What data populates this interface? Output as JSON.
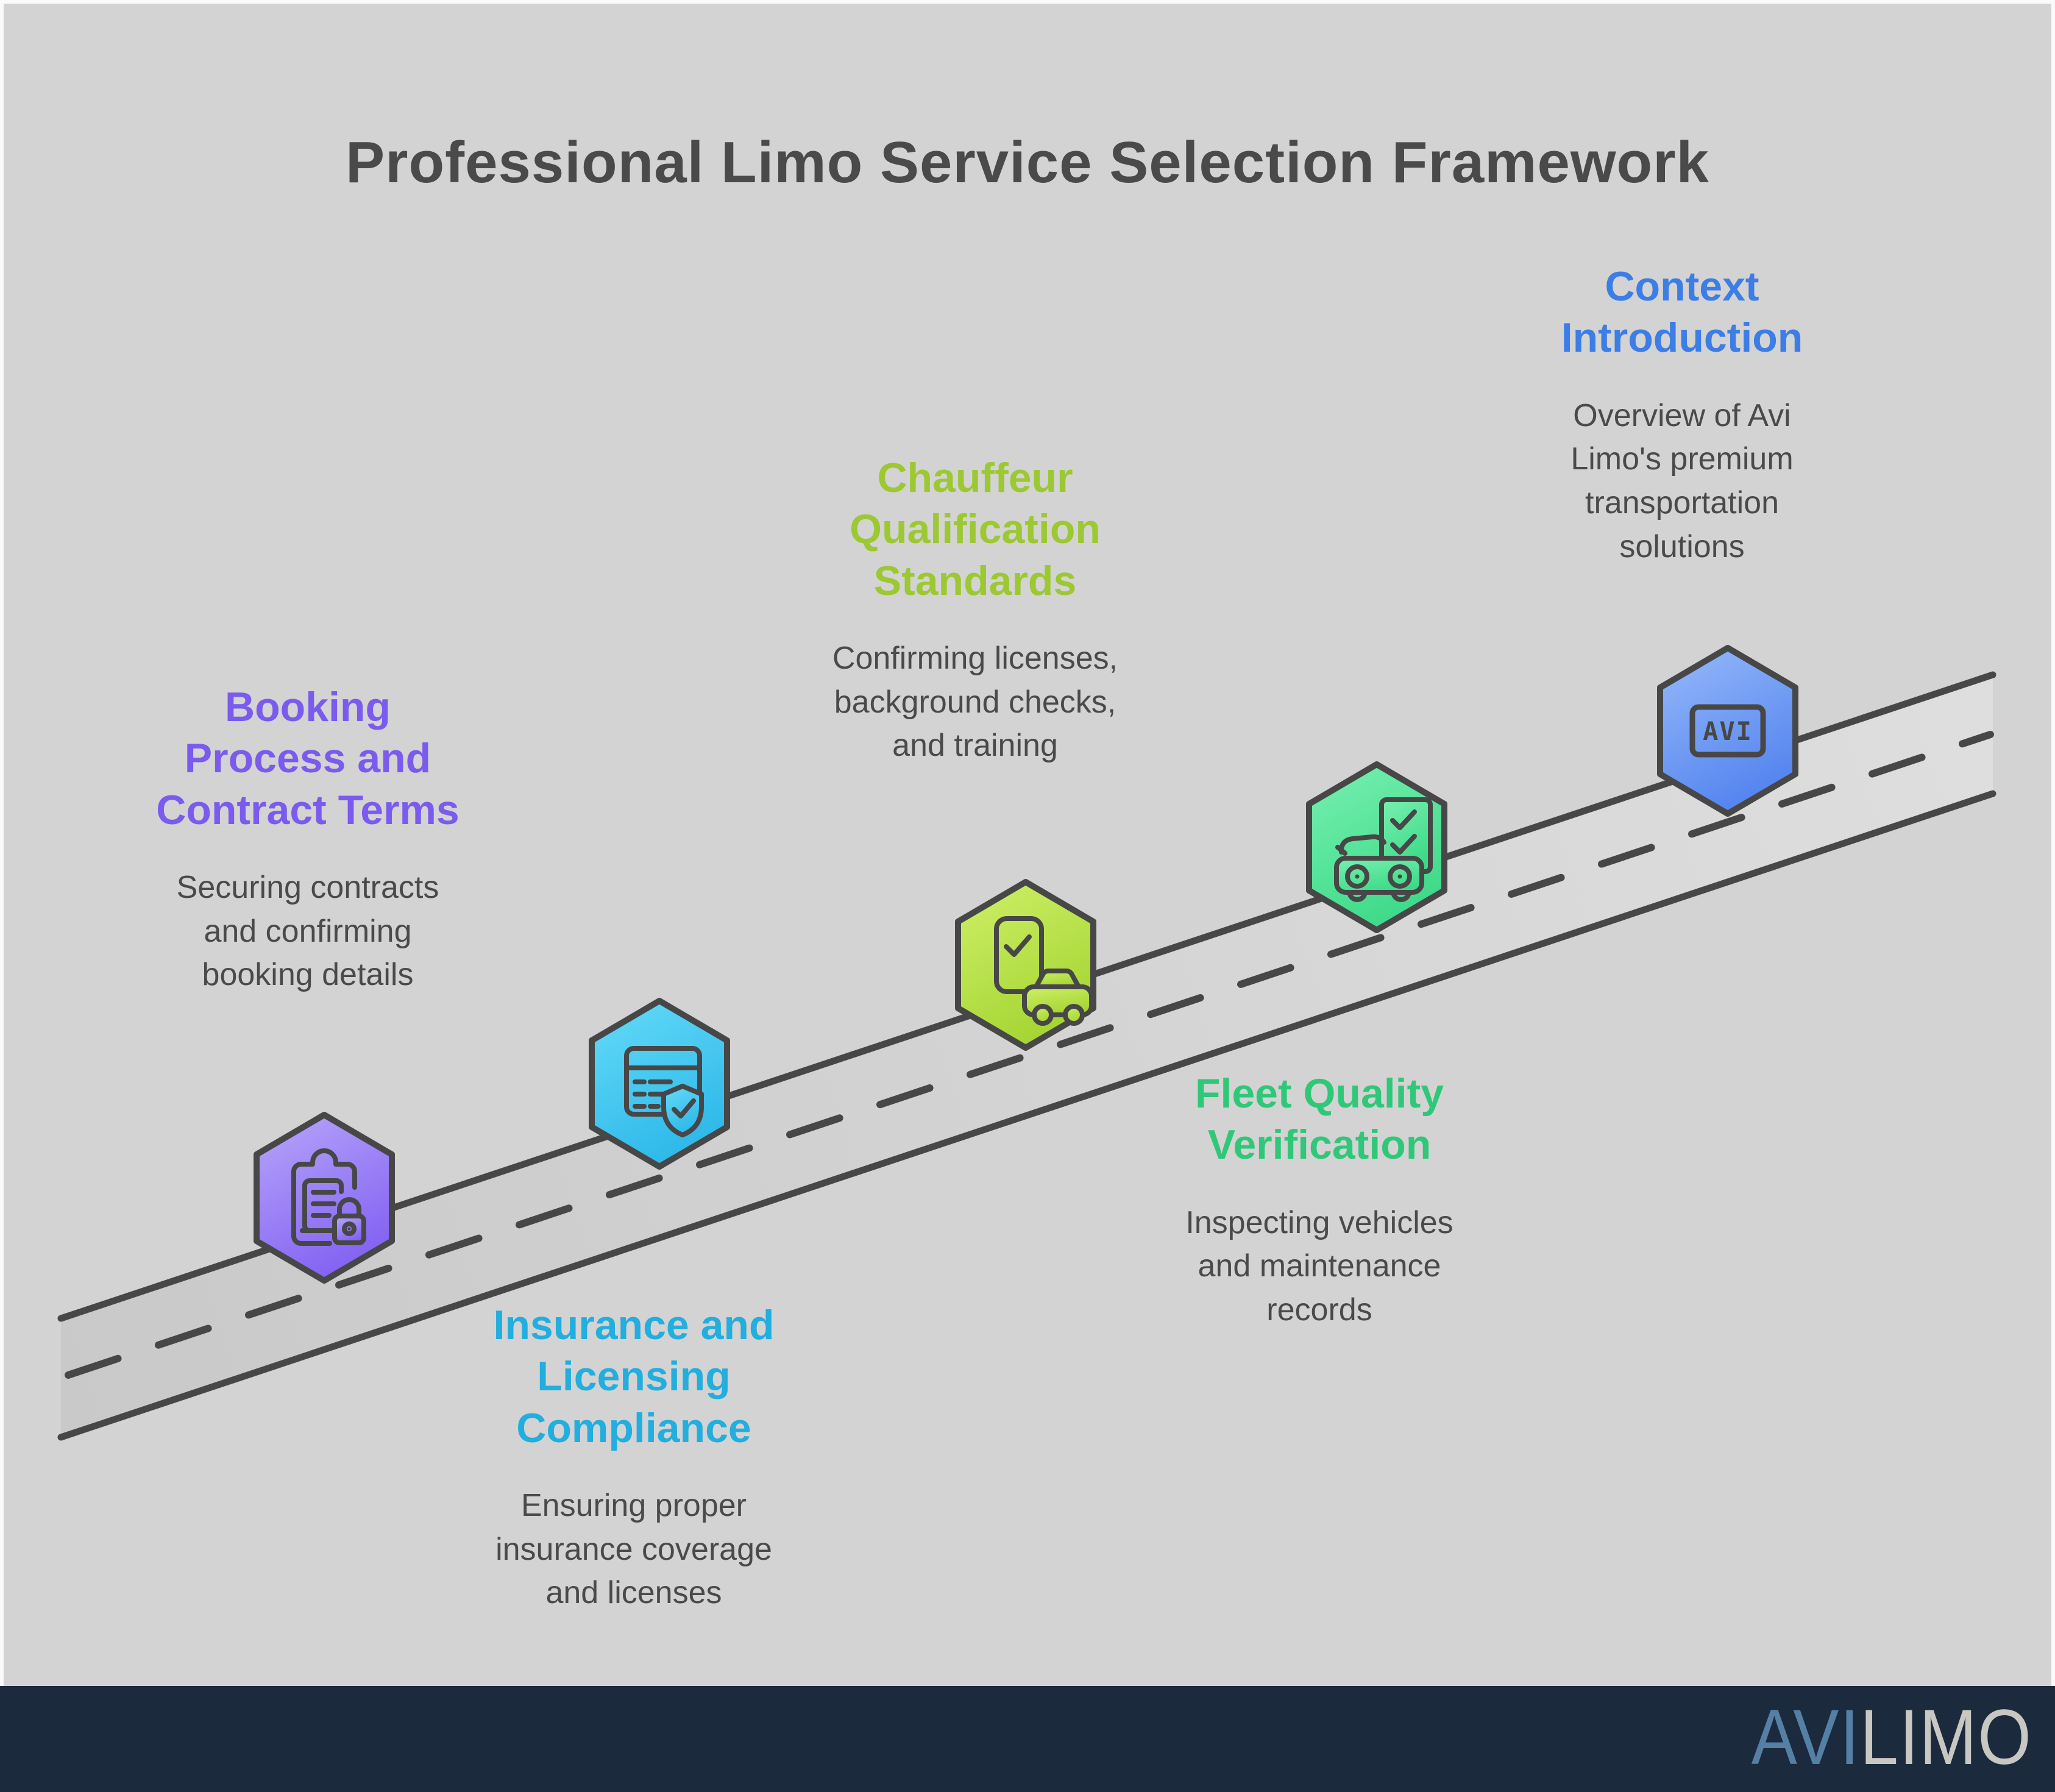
{
  "title": "Professional Limo Service Selection Framework",
  "colors": {
    "background": "#d3d3d3",
    "road_fill_start": "#c9c9c9",
    "road_fill_end": "#dedede",
    "outline_stroke": "#474747",
    "body_text": "#4a4a4a",
    "footer_bar": "#1c2a3d",
    "logo_avi": "#5580a6",
    "logo_limo": "#c9c7c2"
  },
  "footer": {
    "logo_avi": "AVI",
    "logo_limo": "LIMO"
  },
  "milestones": [
    {
      "name": "booking-process-and-contract-terms",
      "heading_lines": [
        "Booking",
        "Process and",
        "Contract Terms"
      ],
      "body_lines": [
        "Securing contracts",
        "and confirming",
        "booking details"
      ],
      "accent": "#7a5bee",
      "grad_top": "#b5a3fa",
      "grad_bottom": "#8160f2",
      "icon": "clipboard-lock-icon"
    },
    {
      "name": "insurance-and-licensing-compliance",
      "heading_lines": [
        "Insurance and",
        "Licensing",
        "Compliance"
      ],
      "body_lines": [
        "Ensuring proper",
        "insurance coverage",
        "and licenses"
      ],
      "accent": "#22aede",
      "grad_top": "#62d9f8",
      "grad_bottom": "#2cb7e8",
      "icon": "calendar-shield-icon"
    },
    {
      "name": "chauffeur-qualification-standards",
      "heading_lines": [
        "Chauffeur",
        "Qualification",
        "Standards"
      ],
      "body_lines": [
        "Confirming licenses,",
        "background checks,",
        "and training"
      ],
      "accent": "#9cc832",
      "grad_top": "#cdee66",
      "grad_bottom": "#a3d430",
      "icon": "license-check-car-icon"
    },
    {
      "name": "fleet-quality-verification",
      "heading_lines": [
        "Fleet Quality",
        "Verification"
      ],
      "body_lines": [
        "Inspecting vehicles",
        "and maintenance",
        "records"
      ],
      "accent": "#2fc878",
      "grad_top": "#74efae",
      "grad_bottom": "#3cd987",
      "icon": "vehicle-checklist-icon"
    },
    {
      "name": "context-introduction",
      "heading_lines": [
        "Context",
        "Introduction"
      ],
      "body_lines": [
        "Overview of Avi",
        "Limo's premium",
        "transportation",
        "solutions"
      ],
      "accent": "#3c7de6",
      "grad_top": "#93b7fa",
      "grad_bottom": "#5182ee",
      "icon": "avi-badge-icon",
      "badge_text": "AVI"
    }
  ]
}
